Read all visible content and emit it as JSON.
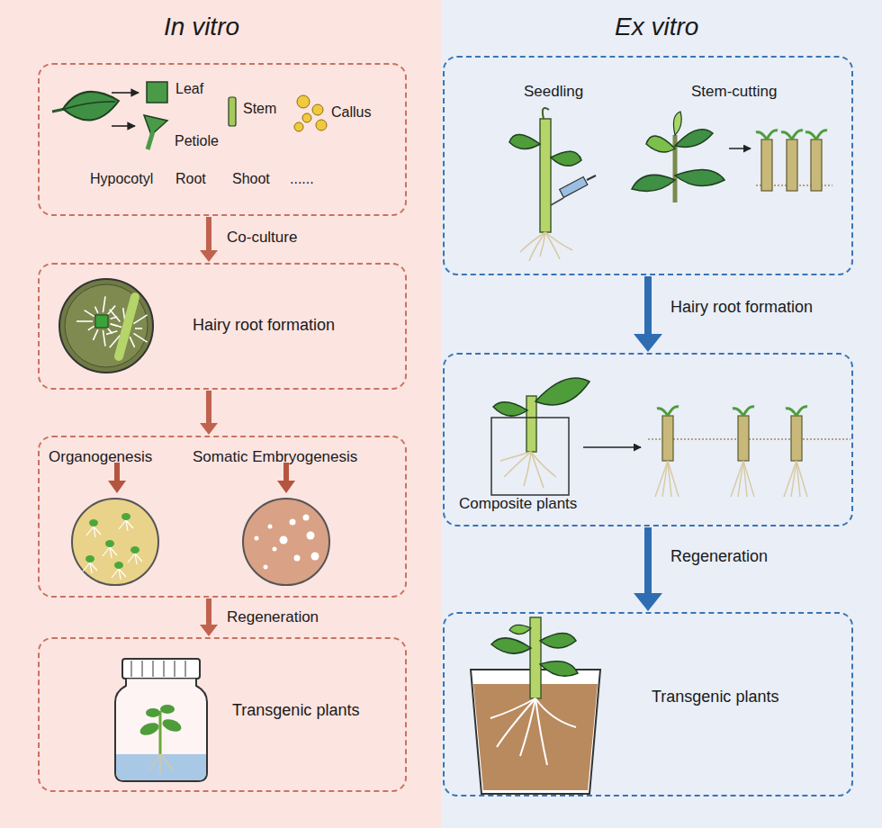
{
  "diagram": {
    "nodes": [
      {
        "text": [
          "In vitro"
        ]
      },
      {
        "text": [
          "Leaf",
          "Stem",
          "Callus",
          "Petiole",
          "Hypocotyl",
          "Root",
          "Shoot",
          "......"
        ],
        "in": 0
      },
      {
        "text": [
          "Hairy root formation"
        ],
        "in": 0
      },
      {
        "text": [
          "Organogenesis",
          "Somatic Embryogenesis"
        ],
        "in": 0
      },
      {
        "text": [
          "Transgenic plants"
        ],
        "in": 0
      },
      {
        "text": [
          "Ex vitro"
        ]
      },
      {
        "text": [
          "Seedling",
          "Stem-cutting"
        ],
        "in": 5
      },
      {
        "text": [
          "Composite plants"
        ],
        "in": 5
      },
      {
        "text": [
          "Transgenic plants"
        ],
        "in": 5
      }
    ],
    "edges": [
      {
        "from": 1,
        "to": 2,
        "label": "Co-culture",
        "arrow": "to"
      },
      {
        "from": 2,
        "to": 3,
        "arrow": "to"
      },
      {
        "from": 3,
        "to": 4,
        "label": "Regeneration",
        "arrow": "to"
      },
      {
        "from": 6,
        "to": 7,
        "label": "Hairy root formation",
        "arrow": "to"
      },
      {
        "from": 7,
        "to": 8,
        "label": "Regeneration",
        "arrow": "to"
      }
    ]
  }
}
